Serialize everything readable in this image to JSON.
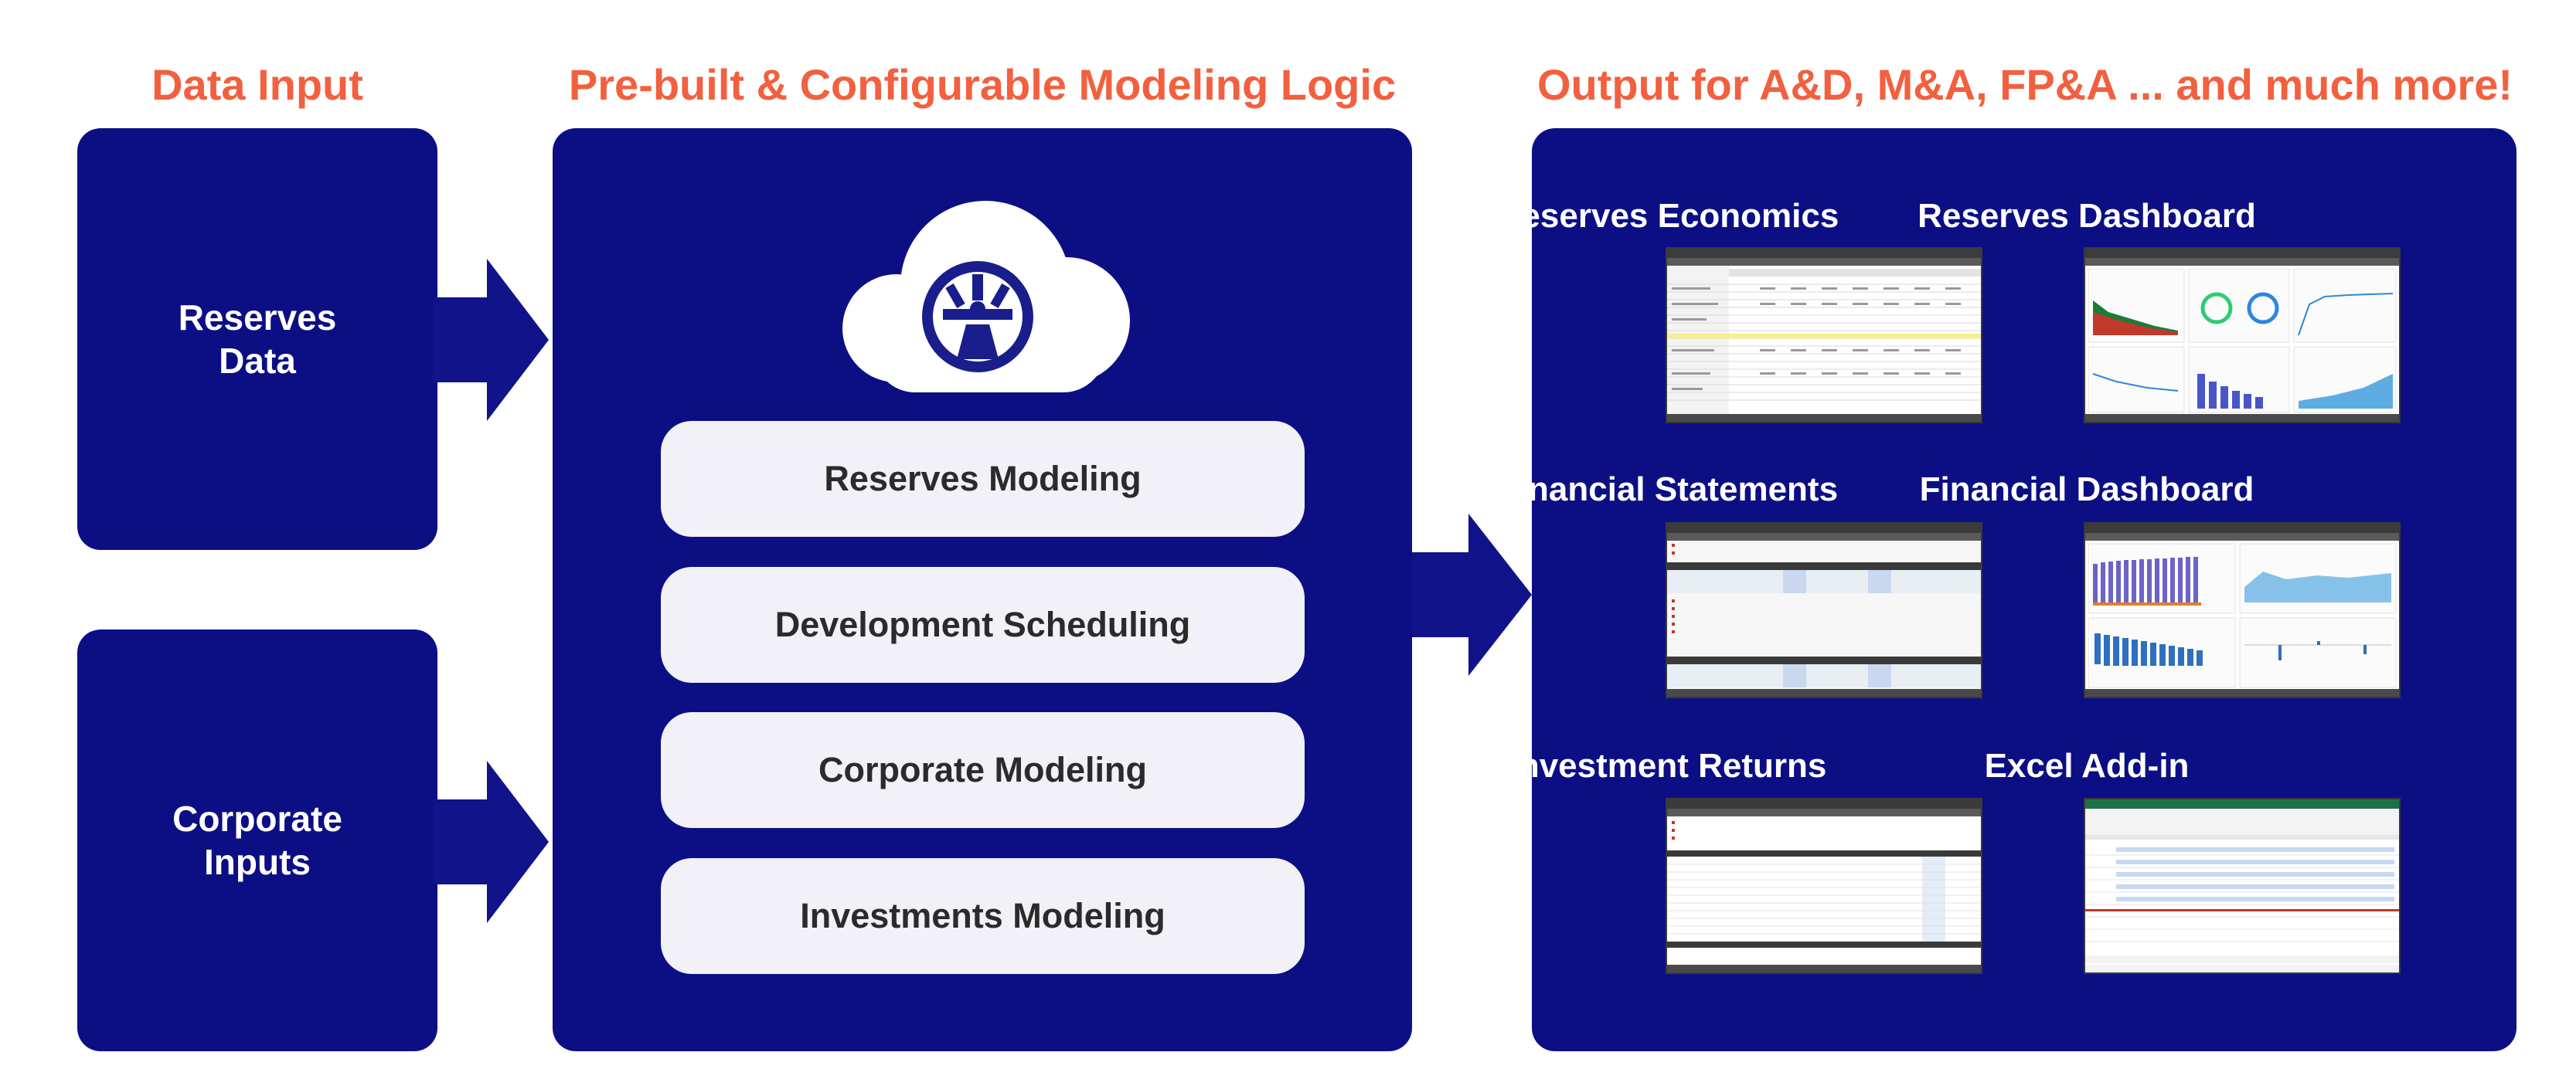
{
  "headings": {
    "data_input": "Data Input",
    "modeling_logic": "Pre-built & Configurable Modeling Logic",
    "output": "Output for A&D, M&A, FP&A ... and much more!"
  },
  "inputs": [
    {
      "line1": "Reserves",
      "line2": "Data"
    },
    {
      "line1": "Corporate",
      "line2": "Inputs"
    }
  ],
  "modules": [
    "Reserves Modeling",
    "Development Scheduling",
    "Corporate Modeling",
    "Investments Modeling"
  ],
  "outputs": [
    "Reserves Economics",
    "Reserves Dashboard",
    "Financial Statements",
    "Financial Dashboard",
    "Investment Returns",
    "Excel Add-in"
  ],
  "colors": {
    "navy": "#0c0f84",
    "arrow": "#10138a",
    "heading": "#f2603f",
    "pill": "#f1f1f7"
  },
  "icons": {
    "cloud": "cloud-logo-icon"
  }
}
